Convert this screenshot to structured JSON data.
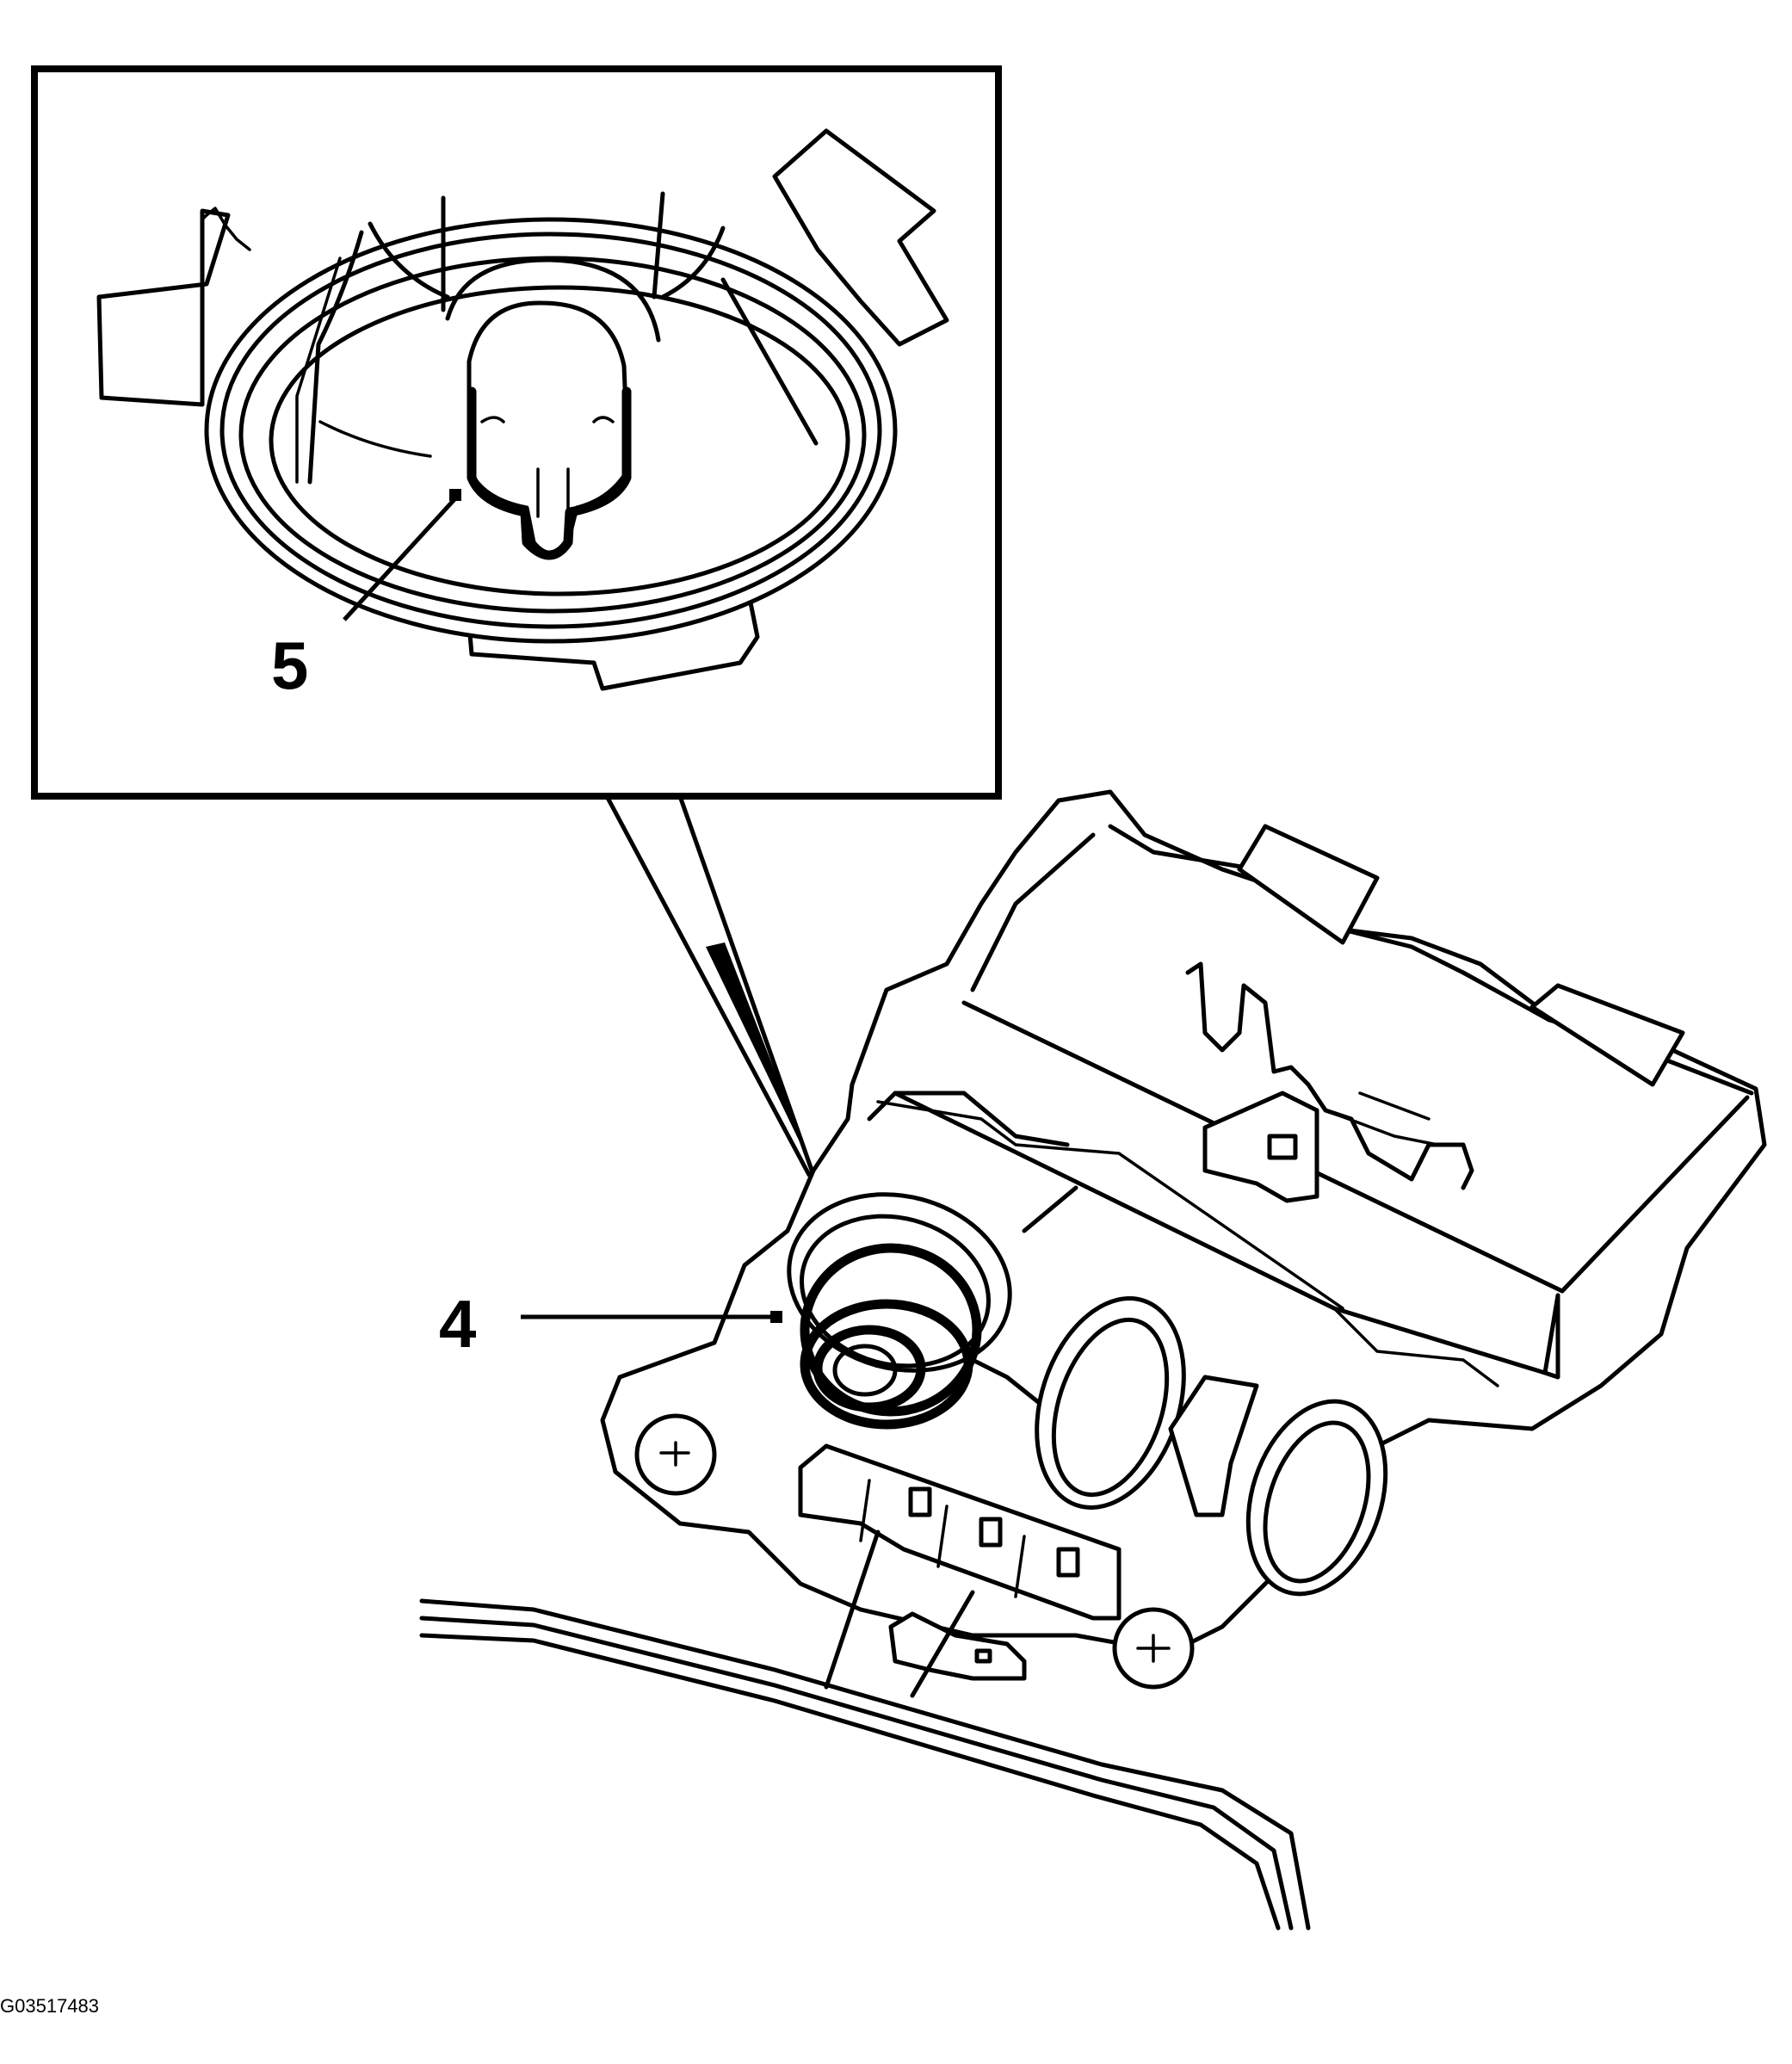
{
  "diagram": {
    "callouts": [
      {
        "id": "callout-5",
        "text": "5"
      },
      {
        "id": "callout-4",
        "text": "4"
      }
    ],
    "figure_id": "G03517483",
    "colors": {
      "line": "#000000",
      "background": "#ffffff"
    }
  }
}
